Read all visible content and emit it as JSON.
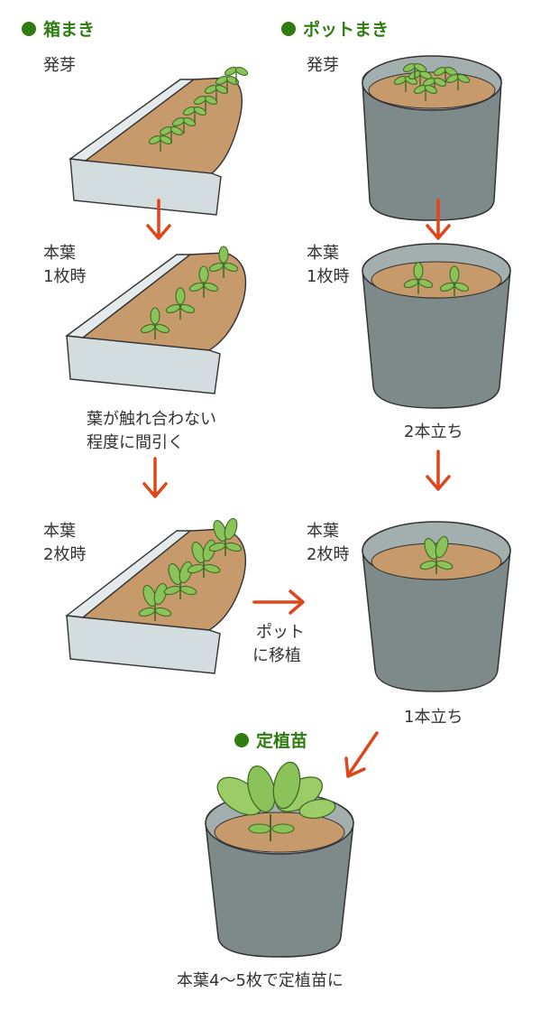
{
  "headers": {
    "box": "箱まき",
    "pot": "ポットまき",
    "final": "定植苗"
  },
  "box_column": {
    "germination": "発芽",
    "stage1_line1": "本葉",
    "stage1_line2": "1枚時",
    "thin_note_line1": "葉が触れ合わない",
    "thin_note_line2": "程度に間引く",
    "stage2_line1": "本葉",
    "stage2_line2": "2枚時",
    "transplant_line1": "ポット",
    "transplant_line2": "に移植"
  },
  "pot_column": {
    "germination": "発芽",
    "stage1_line1": "本葉",
    "stage1_line2": "1枚時",
    "two_plants": "2本立ち",
    "stage2_line1": "本葉",
    "stage2_line2": "2枚時",
    "one_plant": "1本立ち"
  },
  "final_caption": "本葉4〜5枚で定植苗に",
  "colors": {
    "header_green": "#2f7d12",
    "arrow": "#e0461b",
    "soil": "#c79a6c",
    "pot": "#7e8a8a",
    "tray": "#d3dcdf",
    "leaf": "#8cc25a"
  }
}
